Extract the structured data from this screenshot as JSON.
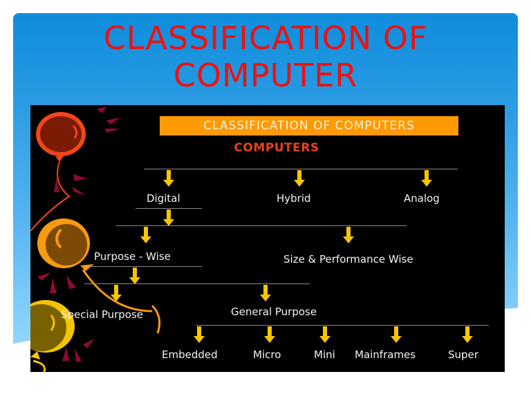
{
  "slide": {
    "title_line1": "CLASSIFICATION OF",
    "title_line2": "COMPUTER",
    "colors": {
      "title": "#f20f0f",
      "panel_top": "#0e8ddc",
      "panel_bottom": "#9bdbfd"
    }
  },
  "diagram": {
    "banner": "CLASSIFICATION OF COMPUTERS",
    "root": "COMPUTERS",
    "colors": {
      "background": "#000000",
      "banner": "#ff9a05",
      "root": "#e8411c",
      "arrow": "#f7c600",
      "line": "#8a8a8a",
      "text": "#f4f4f4"
    },
    "level1": [
      "Digital",
      "Hybrid",
      "Analog"
    ],
    "level2": [
      "Purpose - Wise",
      "Size & Performance Wise"
    ],
    "level3": [
      "Special Purpose",
      "General Purpose"
    ],
    "level4": [
      "Embedded",
      "Micro",
      "Mini",
      "Mainframes",
      "Super"
    ]
  }
}
